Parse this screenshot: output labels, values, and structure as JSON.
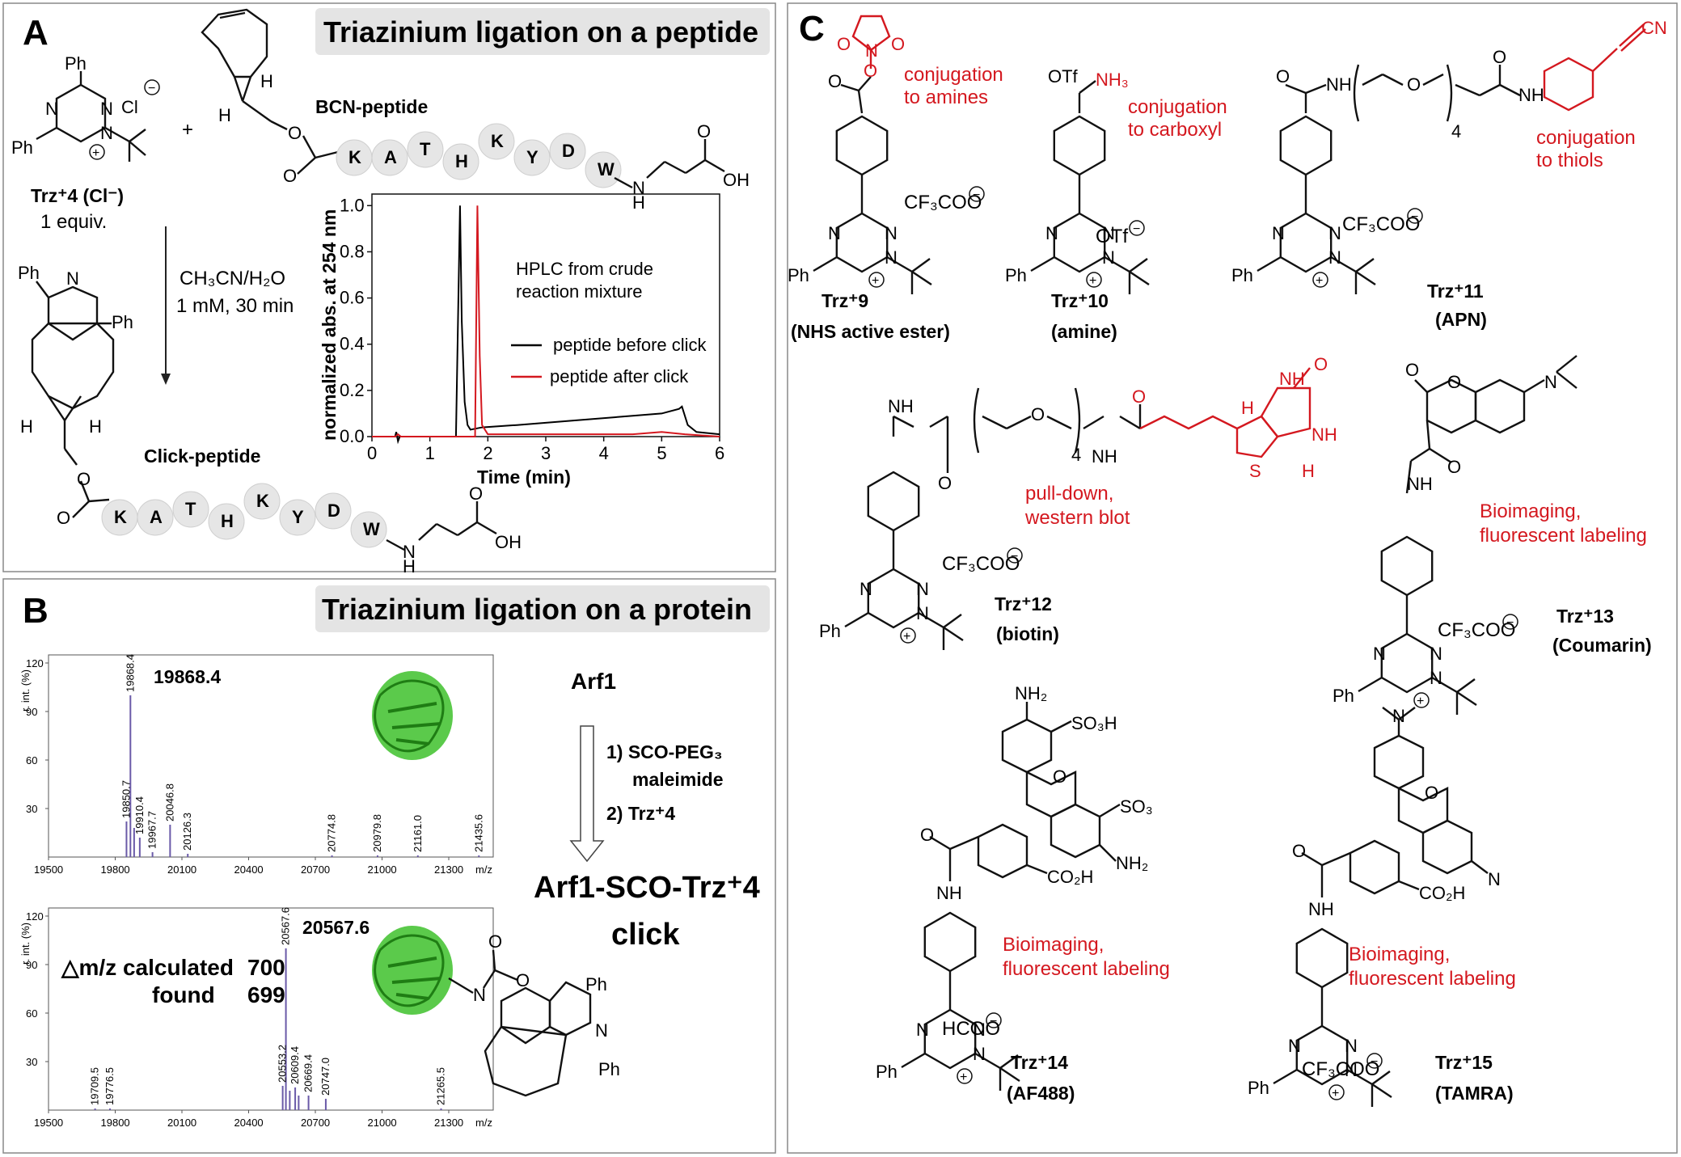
{
  "panelA": {
    "letter": "A",
    "title": "Triazinium ligation on a peptide",
    "reagent_name": "Trz⁺4 (Cl⁻)",
    "reagent_equiv": "1 equiv.",
    "bcn_label": "BCN-peptide",
    "conditions_1": "CH₃CN/H₂O",
    "conditions_2": "1 mM, 30 min",
    "product_label": "Click-peptide",
    "peptide": [
      "K",
      "A",
      "T",
      "H",
      "K",
      "Y",
      "D",
      "W"
    ],
    "hplc_note_1": "HPLC from crude",
    "hplc_note_2": "reaction mixture",
    "ph": "Ph",
    "plus": "+",
    "cl": "Cl",
    "nh": "N",
    "hydrogen": "H",
    "oh": "OH"
  },
  "chart_data": {
    "type": "line",
    "xlabel": "Time (min)",
    "ylabel": "normalized abs. at 254 nm",
    "xlim": [
      0,
      6
    ],
    "ylim": [
      0,
      1.05
    ],
    "xticks": [
      "0",
      "1",
      "2",
      "3",
      "4",
      "5",
      "6"
    ],
    "yticks": [
      "0.0",
      "0.2",
      "0.4",
      "0.6",
      "0.8",
      "1.0"
    ],
    "series": [
      {
        "name": "peptide before click",
        "color": "#000000",
        "x": [
          0,
          0.4,
          0.42,
          0.45,
          0.48,
          0.5,
          1.0,
          1.45,
          1.52,
          1.55,
          1.6,
          1.65,
          1.7,
          1.9,
          2.5,
          3.5,
          4.5,
          5.0,
          5.3,
          5.35,
          5.45,
          5.6,
          6.0
        ],
        "y": [
          0.0,
          0.0,
          0.02,
          -0.02,
          0.0,
          0.0,
          0.0,
          0.0,
          1.0,
          0.5,
          0.15,
          0.05,
          0.03,
          0.04,
          0.05,
          0.07,
          0.09,
          0.1,
          0.12,
          0.13,
          0.05,
          0.02,
          0.01
        ]
      },
      {
        "name": "peptide after click",
        "color": "#d4181f",
        "x": [
          0,
          0.4,
          0.45,
          0.5,
          1.0,
          1.5,
          1.7,
          1.78,
          1.82,
          1.86,
          1.9,
          2.0,
          2.5,
          3.0,
          4.0,
          4.5,
          5.0,
          5.4,
          6.0
        ],
        "y": [
          0.0,
          0.0,
          0.01,
          0.0,
          0.0,
          0.0,
          0.0,
          0.0,
          1.0,
          0.35,
          0.05,
          0.01,
          0.01,
          0.01,
          0.01,
          0.01,
          0.02,
          0.01,
          0.0
        ]
      }
    ]
  },
  "panelB": {
    "letter": "B",
    "title": "Triazinium ligation on a protein",
    "arf1": "Arf1",
    "step1a": "1) SCO-PEG₃",
    "step1b": "maleimide",
    "step2": "2) Trz⁺4",
    "product1": "Arf1-SCO-Trz⁺4",
    "product2": "click",
    "ms_top": {
      "ylabel": "r. int. (%)",
      "xlabel": "m/z",
      "main_peak": "19868.4",
      "xticks": [
        "19500",
        "19800",
        "20100",
        "20400",
        "20700",
        "21000",
        "21300"
      ],
      "yticks": [
        "30",
        "60",
        "90",
        "120"
      ],
      "peaks": [
        {
          "mz": 19850.7,
          "rel": 22
        },
        {
          "mz": 19868.4,
          "rel": 100
        },
        {
          "mz": 19885,
          "rel": 18
        },
        {
          "mz": 19910.4,
          "rel": 12
        },
        {
          "mz": 19967.7,
          "rel": 3
        },
        {
          "mz": 20046.8,
          "rel": 20
        },
        {
          "mz": 20126.3,
          "rel": 2
        },
        {
          "mz": 20774.8,
          "rel": 1
        },
        {
          "mz": 20979.8,
          "rel": 1
        },
        {
          "mz": 21161.0,
          "rel": 1
        },
        {
          "mz": 21435.6,
          "rel": 1
        }
      ],
      "peak_labels": [
        "19850.7",
        "19868.4",
        "19910.4",
        "19967.7",
        "20046.8",
        "20126.3",
        "20774.8",
        "20979.8",
        "21161.0",
        "21435.6"
      ]
    },
    "ms_bottom": {
      "ylabel": "r. int. (%)",
      "xlabel": "m/z",
      "main_peak": "20567.6",
      "delta_label": "△m/z calculated",
      "delta_calc": "700",
      "found_label": "found",
      "found_val": "699",
      "xticks": [
        "19500",
        "19800",
        "20100",
        "20400",
        "20700",
        "21000",
        "21300"
      ],
      "yticks": [
        "30",
        "60",
        "90",
        "120"
      ],
      "peaks": [
        {
          "mz": 19709.5,
          "rel": 1
        },
        {
          "mz": 19776.5,
          "rel": 1
        },
        {
          "mz": 20553.2,
          "rel": 15
        },
        {
          "mz": 20567.6,
          "rel": 100
        },
        {
          "mz": 20585,
          "rel": 12
        },
        {
          "mz": 20609.4,
          "rel": 14
        },
        {
          "mz": 20625,
          "rel": 9
        },
        {
          "mz": 20669.4,
          "rel": 9
        },
        {
          "mz": 20747.0,
          "rel": 7
        },
        {
          "mz": 21265.5,
          "rel": 1
        }
      ],
      "peak_labels": [
        "19709.5",
        "19776.5",
        "20553.2",
        "20567.6",
        "20609.4",
        "20669.4",
        "20747.0",
        "21265.5"
      ]
    }
  },
  "panelC": {
    "letter": "C",
    "compounds": [
      {
        "name": "Trz⁺9",
        "desc": "(NHS active ester)",
        "note1": "conjugation",
        "note2": "to amines",
        "counterion": "CF₃COO"
      },
      {
        "name": "Trz⁺10",
        "desc": "(amine)",
        "note1": "conjugation",
        "note2": "to carboxyl",
        "counterion": "OTf"
      },
      {
        "name": "Trz⁺11",
        "desc": "(APN)",
        "note1": "conjugation",
        "note2": "to thiols",
        "counterion": "CF₃COO"
      },
      {
        "name": "Trz⁺12",
        "desc": "(biotin)",
        "note1": "pull-down,",
        "note2": "western blot",
        "counterion": "CF₃COO"
      },
      {
        "name": "Trz⁺13",
        "desc": "(Coumarin)",
        "note1": "Bioimaging,",
        "note2": "fluorescent labeling",
        "counterion": "CF₃COO"
      },
      {
        "name": "Trz⁺14",
        "desc": "(AF488)",
        "note1": "Bioimaging,",
        "note2": "fluorescent labeling",
        "counterion": "HCOO"
      },
      {
        "name": "Trz⁺15",
        "desc": "(TAMRA)",
        "note1": "Bioimaging,",
        "note2": "fluorescent labeling",
        "counterion": "CF₃COO"
      }
    ],
    "atoms": {
      "nh3": "NH₃",
      "otf": "OTf",
      "cn": "CN",
      "nh2": "NH₂",
      "so3h": "SO₃H",
      "so3": "SO₃",
      "co2h": "CO₂H",
      "nh": "NH",
      "h": "H",
      "n": "N",
      "o": "O",
      "s": "S",
      "ph": "Ph",
      "four": "4"
    }
  },
  "colors": {
    "accent_red": "#d4181f",
    "green_protein": "#3ec12b",
    "af488_fill": "#9be617",
    "tamra_fill": "#f06ad6",
    "coumarin_fill": "#bff1f4"
  }
}
